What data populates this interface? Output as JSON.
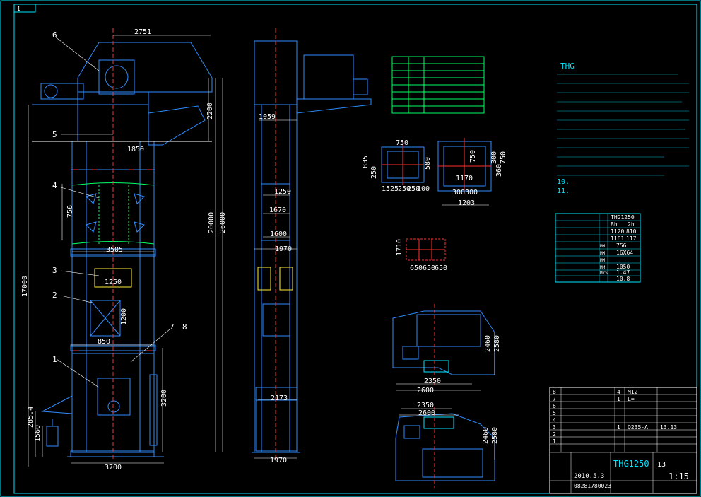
{
  "sheet": {
    "number": "1"
  },
  "front_view": {
    "dims": {
      "top_width": "2751",
      "h_2200": "2200",
      "h_26000": "26000",
      "h_20000": "20000",
      "h_17000": "17000",
      "w_1850": "1850",
      "w_3505": "3505",
      "d_756": "756",
      "w_1250": "1250",
      "h_1200": "1200",
      "w_850": "850",
      "h_3200": "3200",
      "h_285_4": "285.4",
      "h_1560": "1560",
      "w_3700": "3700"
    },
    "callouts": [
      "6",
      "5",
      "4",
      "3",
      "2",
      "1",
      "7",
      "8"
    ]
  },
  "side_view": {
    "dims": {
      "w_1059": "1059",
      "w_1250": "1250",
      "w_1670": "1670",
      "w_1600": "1600",
      "w_1970": "1970",
      "w_2173": "2173",
      "w_1970_base": "1970"
    }
  },
  "details": {
    "a_dims": [
      "750",
      "580",
      "835",
      "250",
      "1525",
      "250",
      "250",
      "100"
    ],
    "b_dims": [
      "750",
      "1170",
      "300",
      "300",
      "1203",
      "750",
      "300",
      "360"
    ],
    "c_dims": [
      "1710",
      "650",
      "650",
      "650"
    ],
    "drive_top": [
      "2350",
      "2600",
      "2460",
      "2580"
    ],
    "drive_bot": [
      "2350",
      "2600",
      "2460",
      "2580"
    ]
  },
  "notes": {
    "title": "THG",
    "items": [
      "10.",
      "11."
    ]
  },
  "tech_table": {
    "model": "THG1250",
    "rows": [
      "8h",
      "2h",
      "1120",
      "810",
      "1161",
      "117",
      "756",
      "16X64",
      "1050",
      "1.47",
      "10.8"
    ],
    "units": [
      "MM",
      "MM",
      "MM",
      "MM",
      "M/S"
    ]
  },
  "title_block": {
    "drawing_name": "THG1250",
    "date": "2010.5.3",
    "number": "08281780023",
    "sheets": "13",
    "scale": "1:15",
    "material": "Q235-A",
    "weight": "13.13",
    "parts": [
      {
        "no": "8",
        "qty": "4",
        "spec": "M12"
      },
      {
        "no": "7",
        "qty": "1",
        "spec": "L="
      },
      {
        "no": "6",
        "qty": "",
        "spec": ""
      },
      {
        "no": "5",
        "qty": "",
        "spec": ""
      },
      {
        "no": "4",
        "qty": "",
        "spec": ""
      },
      {
        "no": "3",
        "qty": "1",
        "spec": "Q235-A"
      },
      {
        "no": "2",
        "qty": "",
        "spec": ""
      },
      {
        "no": "1",
        "qty": "",
        "spec": ""
      }
    ]
  },
  "colors": {
    "background": "#000000",
    "outline": "#2f8cff",
    "center": "#ff3030",
    "accent": "#00ff66",
    "cyan": "#00e5ff",
    "yellow": "#ffee33"
  }
}
